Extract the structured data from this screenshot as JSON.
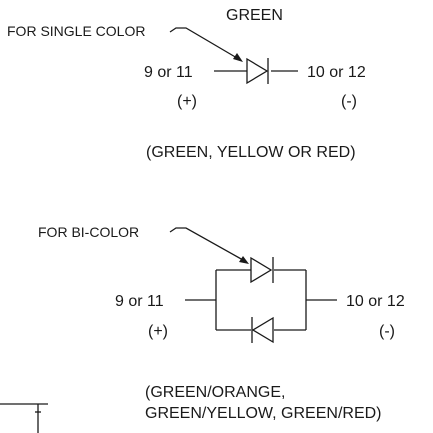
{
  "single": {
    "label": "FOR SINGLE COLOR",
    "color": "GREEN",
    "left_pin": "9 or 11",
    "left_polarity": "(+)",
    "right_pin": "10 or 12",
    "right_polarity": "(-)",
    "options": "(GREEN, YELLOW OR RED)"
  },
  "bicolor": {
    "label": "FOR BI-COLOR",
    "left_pin": "9 or 11",
    "left_polarity": "(+)",
    "right_pin": "10 or 12",
    "right_polarity": "(-)",
    "options_line1": "(GREEN/ORANGE,",
    "options_line2": "GREEN/YELLOW,  GREEN/RED)"
  }
}
